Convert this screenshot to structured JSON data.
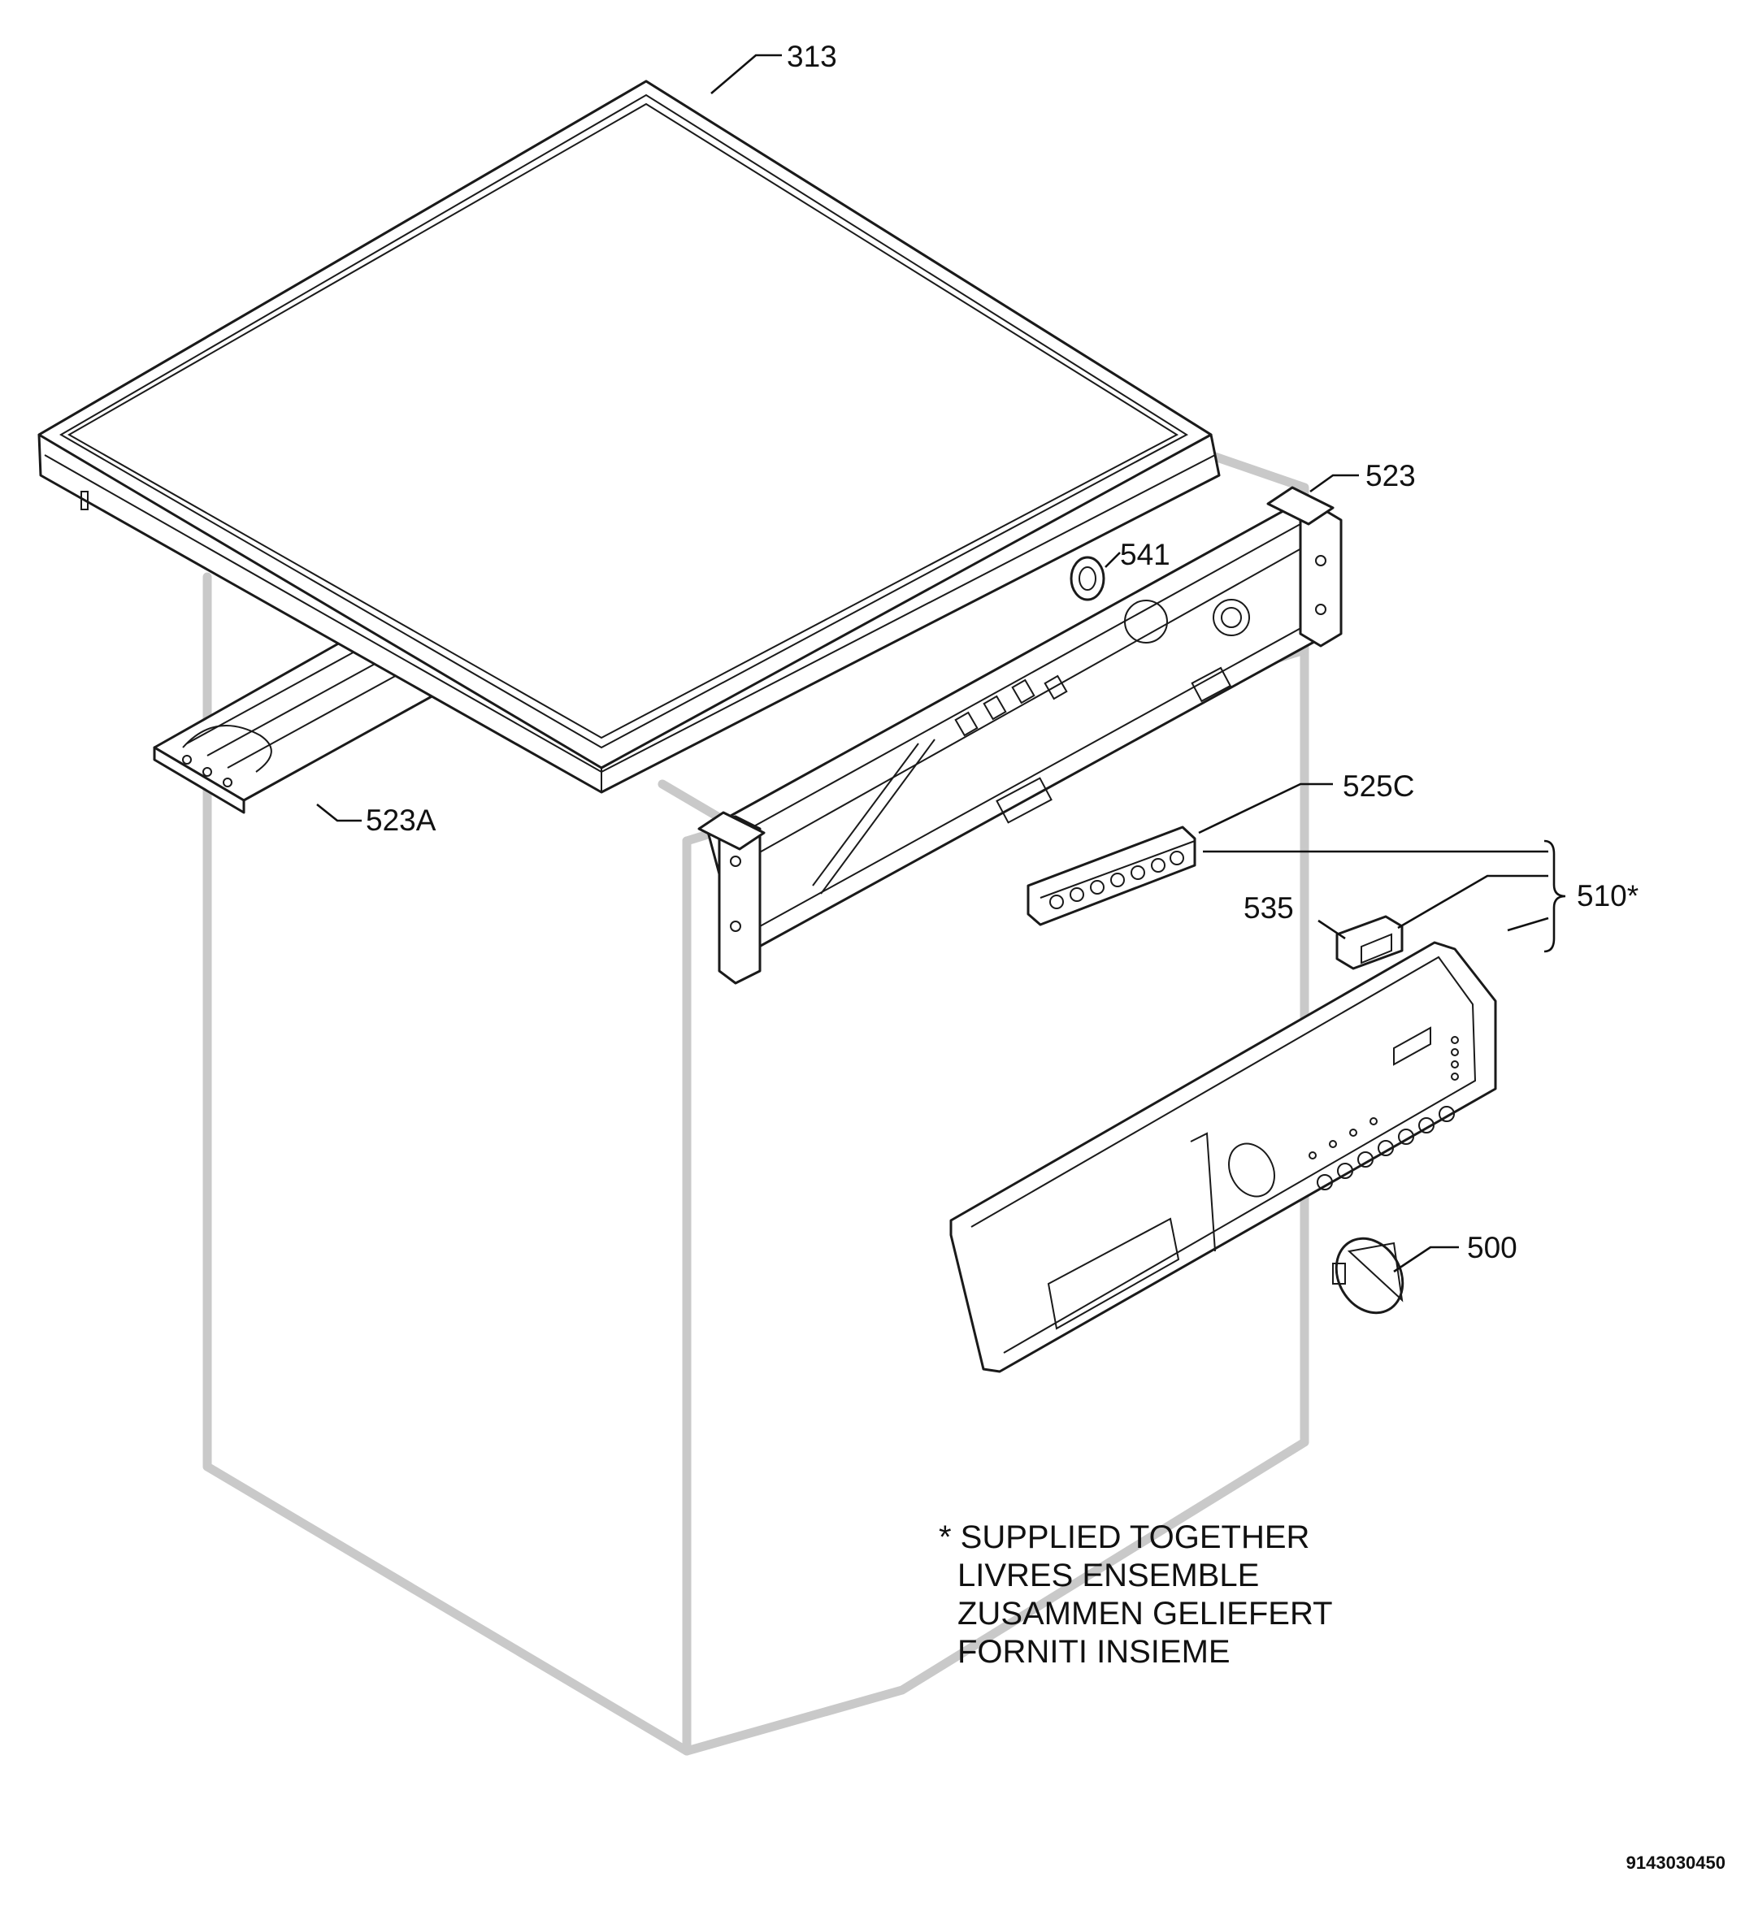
{
  "labels": {
    "p313": "313",
    "p523": "523",
    "p541": "541",
    "p523a": "523A",
    "p525c": "525C",
    "p535": "535",
    "p510": "510*",
    "p500": "500"
  },
  "note": {
    "line1": "* SUPPLIED TOGETHER",
    "line2": "LIVRES ENSEMBLE",
    "line3": "ZUSAMMEN GELIEFERT",
    "line4": "FORNITI INSIEME"
  },
  "drawing_code": "9143030450"
}
